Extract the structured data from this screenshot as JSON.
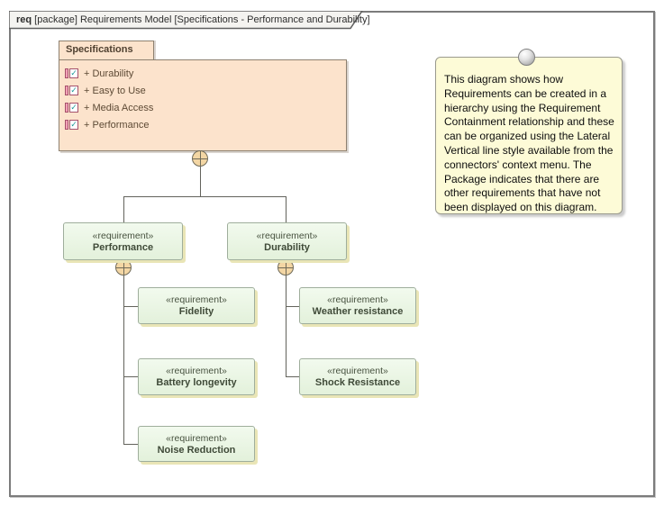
{
  "frame": {
    "keyword": "req",
    "title_rest": " [package] Requirements Model [Specifications - Performance and Durability]"
  },
  "package": {
    "name": "Specifications",
    "items": [
      {
        "label": "+ Durability"
      },
      {
        "label": "+ Easy to Use"
      },
      {
        "label": "+ Media Access"
      },
      {
        "label": "+ Performance"
      }
    ],
    "item_icon": "requirement-checked-icon",
    "check_glyph": "✓"
  },
  "nodes": {
    "performance": {
      "stereotype": "«requirement»",
      "name": "Performance"
    },
    "durability": {
      "stereotype": "«requirement»",
      "name": "Durability"
    },
    "fidelity": {
      "stereotype": "«requirement»",
      "name": "Fidelity"
    },
    "battery": {
      "stereotype": "«requirement»",
      "name": "Battery longevity"
    },
    "noise": {
      "stereotype": "«requirement»",
      "name": "Noise Reduction"
    },
    "weather": {
      "stereotype": "«requirement»",
      "name": "Weather resistance"
    },
    "shock": {
      "stereotype": "«requirement»",
      "name": "Shock Resistance"
    }
  },
  "note": {
    "text": "This diagram shows how\nRequirements can be created in a\nhierarchy using the Requirement\nContainment relationship and these\ncan be organized using the Lateral\nVertical line style available from the\nconnectors' context menu.  The\nPackage indicates that there are\nother requirements that have not\nbeen displayed on this diagram."
  },
  "colors": {
    "package_fill": "#fce3cc",
    "package_border": "#8e8170",
    "requirement_fill": "#eef8e8",
    "requirement_border": "#9fae9c",
    "requirement_shadow": "#e9e5b6",
    "note_fill": "#fdfbd7",
    "connector": "#63635c",
    "containment_fill": "#f3d6a4",
    "icon_pink": "#f2a0b6",
    "icon_check": "#1f9a9a"
  }
}
